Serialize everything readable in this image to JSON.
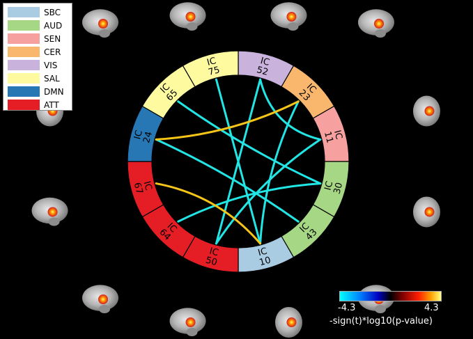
{
  "legend": [
    {
      "label": "SBC",
      "color": "#a9cce3"
    },
    {
      "label": "AUD",
      "color": "#a6d785"
    },
    {
      "label": "SEN",
      "color": "#f7a0a0"
    },
    {
      "label": "CER",
      "color": "#f9b76e"
    },
    {
      "label": "VIS",
      "color": "#c9b2dc"
    },
    {
      "label": "SAL",
      "color": "#fdfaa0"
    },
    {
      "label": "DMN",
      "color": "#2677b4"
    },
    {
      "label": "ATT",
      "color": "#e41e24"
    }
  ],
  "components": [
    {
      "id": "52",
      "domain": "VIS",
      "prefix": "IC"
    },
    {
      "id": "23",
      "domain": "CER",
      "prefix": "IC"
    },
    {
      "id": "11",
      "domain": "SEN",
      "prefix": "IC"
    },
    {
      "id": "30",
      "domain": "AUD",
      "prefix": "IC"
    },
    {
      "id": "43",
      "domain": "AUD",
      "prefix": "IC"
    },
    {
      "id": "10",
      "domain": "SBC",
      "prefix": "IC"
    },
    {
      "id": "50",
      "domain": "ATT",
      "prefix": "IC"
    },
    {
      "id": "64",
      "domain": "ATT",
      "prefix": "IC"
    },
    {
      "id": "67",
      "domain": "ATT",
      "prefix": "IC"
    },
    {
      "id": "24",
      "domain": "DMN",
      "prefix": "IC"
    },
    {
      "id": "65",
      "domain": "SAL",
      "prefix": "IC"
    },
    {
      "id": "75",
      "domain": "SAL",
      "prefix": "IC"
    }
  ],
  "connections": [
    {
      "from": "75",
      "to": "10",
      "color": "#22e5e5"
    },
    {
      "from": "52",
      "to": "50",
      "color": "#22e5e5"
    },
    {
      "from": "52",
      "to": "11",
      "color": "#22e5e5"
    },
    {
      "from": "65",
      "to": "30",
      "color": "#22e5e5"
    },
    {
      "from": "50",
      "to": "11",
      "color": "#22e5e5"
    },
    {
      "from": "64",
      "to": "30",
      "color": "#22e5e5"
    },
    {
      "from": "10",
      "to": "23",
      "color": "#22e5e5"
    },
    {
      "from": "43",
      "to": "24",
      "color": "#22e5e5"
    },
    {
      "from": "24",
      "to": "23",
      "color": "#f5c518"
    },
    {
      "from": "67",
      "to": "10",
      "color": "#f5c518"
    }
  ],
  "colorbar": {
    "min": "-4.3",
    "max": "4.3",
    "label": "-sign(t)*log10(p-value)"
  },
  "brain_thumbnails": [
    {
      "id": "52",
      "view": "sagittal"
    },
    {
      "id": "23",
      "view": "sagittal"
    },
    {
      "id": "11",
      "view": "axial"
    },
    {
      "id": "30",
      "view": "axial"
    },
    {
      "id": "43",
      "view": "sagittal"
    },
    {
      "id": "10",
      "view": "axial"
    },
    {
      "id": "50",
      "view": "sagittal"
    },
    {
      "id": "64",
      "view": "sagittal"
    },
    {
      "id": "67",
      "view": "sagittal"
    },
    {
      "id": "24",
      "view": "axial"
    },
    {
      "id": "65",
      "view": "sagittal"
    },
    {
      "id": "75",
      "view": "sagittal"
    }
  ]
}
